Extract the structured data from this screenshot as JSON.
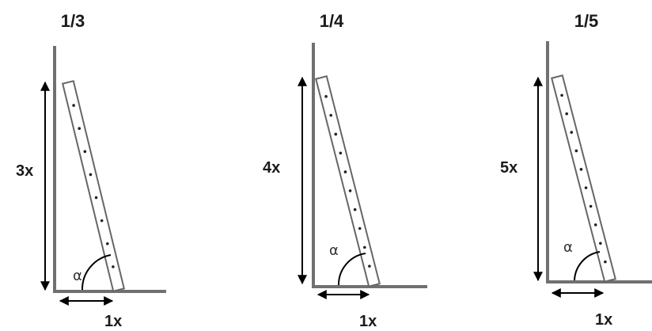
{
  "colors": {
    "wall": "#707070",
    "ladder_fill": "#ffffff",
    "ladder_stroke": "#666666",
    "arrow": "#000000",
    "text": "#1a1a1a"
  },
  "panels": [
    {
      "ratio_label": "1/3",
      "height_label": "3x",
      "base_label": "1x",
      "angle_label": "α",
      "rungs": 8
    },
    {
      "ratio_label": "1/4",
      "height_label": "4x",
      "base_label": "1x",
      "angle_label": "α",
      "rungs": 10
    },
    {
      "ratio_label": "1/5",
      "height_label": "5x",
      "base_label": "1x",
      "angle_label": "α",
      "rungs": 10
    }
  ]
}
